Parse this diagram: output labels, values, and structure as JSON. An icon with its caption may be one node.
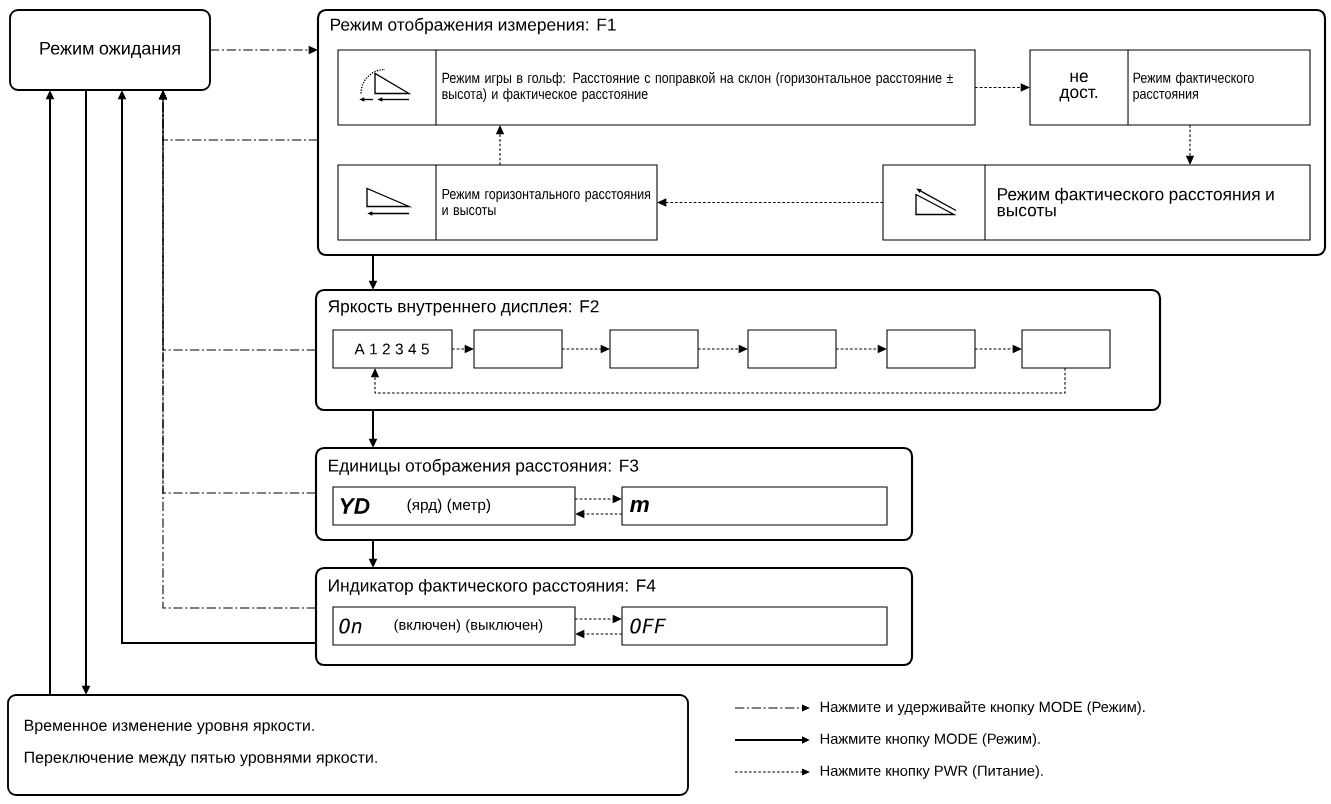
{
  "diagram": {
    "nodes": [
      {
        "text": [
          "Режим ожидания"
        ]
      },
      {
        "text": [
          "Режим отображения измерения: F1"
        ]
      },
      {
        "text": [
          "Режим игры в гольф: Расстояние с поправкой на склон (горизонтальное расстояние ± высота) и фактическое расстояние"
        ],
        "in": 1
      },
      {
        "text": [
          "не дост.",
          "Режим фактического расстояния"
        ],
        "in": 1
      },
      {
        "text": [
          "Режим фактического расстояния и высоты"
        ],
        "in": 1
      },
      {
        "text": [
          "Режим горизонтального расстояния и высоты"
        ],
        "in": 1
      },
      {
        "text": [
          "Яркость внутреннего дисплея: F2"
        ]
      },
      {
        "text": [
          "A 1 2 3 4 5"
        ],
        "in": 6
      },
      {
        "text": [],
        "shape": "box",
        "in": 6
      },
      {
        "text": [],
        "shape": "box",
        "in": 6
      },
      {
        "text": [],
        "shape": "box",
        "in": 6
      },
      {
        "text": [],
        "shape": "box",
        "in": 6
      },
      {
        "text": [],
        "shape": "box",
        "in": 6
      },
      {
        "text": [
          "Единицы отображения расстояния: F3"
        ]
      },
      {
        "text": [
          "YD",
          "(ярд) (метр)"
        ],
        "in": 13
      },
      {
        "text": [
          "m"
        ],
        "in": 13
      },
      {
        "text": [
          "Индикатор фактического расстояния: F4"
        ]
      },
      {
        "text": [
          "On",
          "(включен) (выключен)"
        ],
        "in": 16
      },
      {
        "text": [
          "OFF"
        ],
        "in": 16
      },
      {
        "text": [
          "Временное изменение уровня яркости.",
          "Переключение между пятью уровнями яркости."
        ]
      }
    ],
    "edges": [
      {
        "from": 0,
        "to": 1,
        "arrow": "to",
        "style": "dashed"
      },
      {
        "from": 1,
        "to": 0,
        "arrow": "to",
        "style": "dashed"
      },
      {
        "from": 2,
        "to": 3,
        "arrow": "to",
        "style": "dashed"
      },
      {
        "from": 3,
        "to": 4,
        "arrow": "to",
        "style": "dashed"
      },
      {
        "from": 4,
        "to": 5,
        "arrow": "to",
        "style": "dashed"
      },
      {
        "from": 5,
        "to": 2,
        "arrow": "to",
        "style": "dashed"
      },
      {
        "from": 1,
        "to": 6,
        "arrow": "to"
      },
      {
        "from": 6,
        "to": 0,
        "arrow": "to",
        "style": "dashed"
      },
      {
        "from": 7,
        "to": 8,
        "arrow": "to",
        "style": "dashed"
      },
      {
        "from": 8,
        "to": 9,
        "arrow": "to",
        "style": "dashed"
      },
      {
        "from": 9,
        "to": 10,
        "arrow": "to",
        "style": "dashed"
      },
      {
        "from": 10,
        "to": 11,
        "arrow": "to",
        "style": "dashed"
      },
      {
        "from": 11,
        "to": 12,
        "arrow": "to",
        "style": "dashed"
      },
      {
        "from": 12,
        "to": 7,
        "arrow": "to",
        "style": "dashed"
      },
      {
        "from": 6,
        "to": 13,
        "arrow": "to"
      },
      {
        "from": 13,
        "to": 0,
        "arrow": "to",
        "style": "dashed"
      },
      {
        "from": 14,
        "to": 15,
        "arrow": "to",
        "style": "dashed"
      },
      {
        "from": 15,
        "to": 14,
        "arrow": "to",
        "style": "dashed"
      },
      {
        "from": 13,
        "to": 16,
        "arrow": "to"
      },
      {
        "from": 16,
        "to": 0,
        "arrow": "to",
        "style": "dashed"
      },
      {
        "from": 17,
        "to": 18,
        "arrow": "to",
        "style": "dashed"
      },
      {
        "from": 18,
        "to": 17,
        "arrow": "to",
        "style": "dashed"
      },
      {
        "from": 16,
        "to": 0,
        "arrow": "to"
      },
      {
        "from": 0,
        "to": 19,
        "arrow": "to"
      },
      {
        "from": 19,
        "to": 0,
        "arrow": "to"
      }
    ],
    "legend": [
      {
        "text": "Нажмите и удерживайте кнопку MODE (Режим)."
      },
      {
        "text": "Нажмите кнопку MODE (Режим)."
      },
      {
        "text": "Нажмите кнопку PWR (Питание)."
      }
    ]
  }
}
